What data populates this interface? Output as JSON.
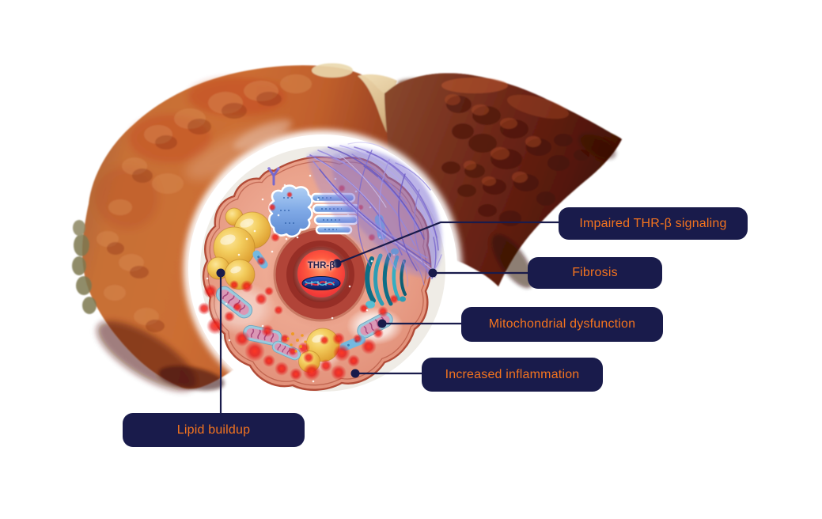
{
  "figure": {
    "type": "annotated-medical-illustration",
    "subject": "Diseased liver with magnified hepatocyte cell",
    "nucleus_label": "THR-β",
    "callouts": [
      {
        "id": "impaired-thr-signaling",
        "label": "Impaired THR-β signaling"
      },
      {
        "id": "fibrosis",
        "label": "Fibrosis"
      },
      {
        "id": "mitochondrial-dysfunction",
        "label": "Mitochondrial dysfunction"
      },
      {
        "id": "increased-inflammation",
        "label": "Increased inflammation"
      },
      {
        "id": "lipid-buildup",
        "label": "Lipid buildup"
      }
    ],
    "colors": {
      "label_background": "#191b4b",
      "label_text": "#f4741e",
      "callout_line": "#191b4b",
      "background": "#ffffff"
    }
  }
}
